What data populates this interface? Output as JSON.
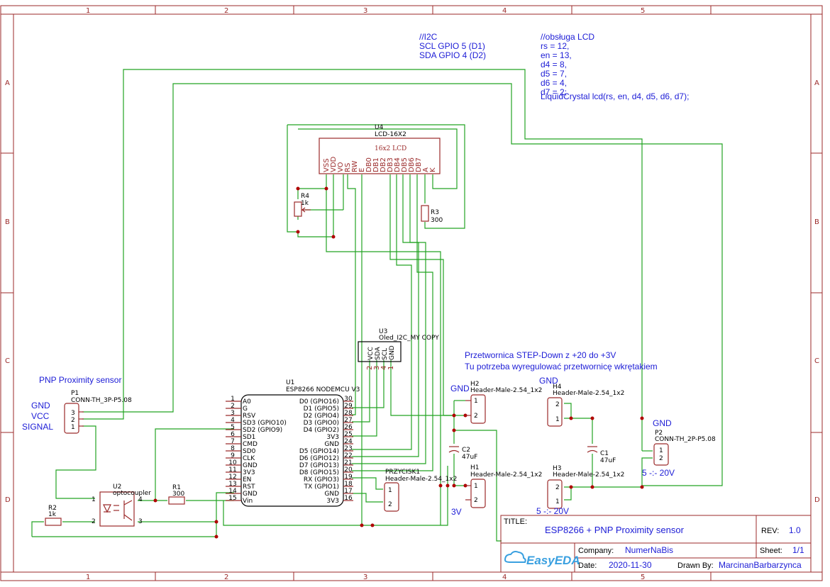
{
  "frame": {
    "col_labels": [
      "1",
      "2",
      "3",
      "4",
      "5"
    ],
    "row_labels": [
      "A",
      "B",
      "C",
      "D"
    ]
  },
  "notes": {
    "i2c": [
      "//I2C",
      "SCL  GPIO 5 (D1)",
      "SDA  GPIO 4 (D2)"
    ],
    "lcd": [
      "//obsługa LCD",
      "rs = 12,",
      "en = 13,",
      "d4 = 8,",
      "d5 = 7,",
      "d6 = 4,",
      "d7 = 2;",
      "LiquidCrystal lcd(rs, en, d4, d5, d6, d7);"
    ],
    "step_down": [
      "Przetwornica STEP-Down z +20 do +3V",
      "Tu potrzeba wyregulować przetwornicę wkrętakiem"
    ],
    "pnp_title": "PNP Proximity sensor",
    "gnd_side": "GND",
    "vcc_side": "VCC",
    "signal_side": "SIGNAL",
    "gnd_h2": "GND",
    "gnd_h4": "GND",
    "gnd_p2": "GND",
    "v3_label": "3V",
    "v520_a": "5 -:- 20V",
    "v520_b": "5 -:- 20V"
  },
  "components": {
    "u4": {
      "ref": "U4",
      "name": "LCD-16X2",
      "body": "16x2 LCD",
      "pins": [
        "VSS",
        "VDD",
        "VO",
        "RS",
        "RW",
        "E",
        "DB0",
        "DB1",
        "DB2",
        "DB3",
        "DB4",
        "DB5",
        "DB6",
        "DB7",
        "A",
        "K"
      ]
    },
    "r4": {
      "ref": "R4",
      "value": "1k"
    },
    "r3": {
      "ref": "R3",
      "value": "300"
    },
    "u3": {
      "ref": "U3",
      "name": "Oled_I2C_MY COPY",
      "pins": [
        "VCC",
        "SDA",
        "SCL",
        "GND"
      ],
      "pin_nums": [
        "2",
        "3",
        "4",
        "1"
      ]
    },
    "u1": {
      "ref": "U1",
      "name": "ESP8266 NODEMCU V3",
      "left_nums": [
        "1",
        "2",
        "3",
        "4",
        "5",
        "6",
        "7",
        "8",
        "9",
        "10",
        "11",
        "12",
        "13",
        "14",
        "15"
      ],
      "left_names": [
        "A0",
        "G",
        "RSV",
        "SD3 (GPIO10)",
        "SD2 (GPIO9)",
        "SD1",
        "CMD",
        "SD0",
        "CLK",
        "GND",
        "3V3",
        "EN",
        "RST",
        "GND",
        "Vin"
      ],
      "right_nums": [
        "30",
        "29",
        "28",
        "27",
        "26",
        "25",
        "24",
        "23",
        "22",
        "21",
        "20",
        "19",
        "18",
        "17",
        "16"
      ],
      "right_names": [
        "D0 (GPIO16)",
        "D1 (GPIO5)",
        "D2 (GPIO4)",
        "D3 (GPIO0)",
        "D4 (GPIO2)",
        "3V3",
        "GND",
        "D5 (GPIO14)",
        "D6 (GPIO12)",
        "D7 (GPIO13)",
        "D8 (GPIO15)",
        "RX (GPIO3)",
        "TX (GPIO1)",
        "GND",
        "3V3"
      ]
    },
    "p1": {
      "ref": "P1",
      "name": "CONN-TH_3P-P5.08",
      "pins": [
        "3",
        "2",
        "1"
      ]
    },
    "u2": {
      "ref": "U2",
      "name": "optocoupler",
      "pins": [
        "1",
        "2",
        "3",
        "4"
      ]
    },
    "r1": {
      "ref": "R1",
      "value": "300"
    },
    "r2": {
      "ref": "R2",
      "value": "1k"
    },
    "przycisk": {
      "ref": "PRZYCISK1",
      "name": "Header-Male-2.54_1x2",
      "pins": [
        "1",
        "2"
      ]
    },
    "h2": {
      "ref": "H2",
      "name": "Header-Male-2.54_1x2",
      "pins": [
        "1",
        "2"
      ]
    },
    "h1": {
      "ref": "H1",
      "name": "Header-Male-2.54_1x2",
      "pins": [
        "1",
        "2"
      ]
    },
    "h4": {
      "ref": "H4",
      "name": "Header-Male-2.54_1x2",
      "pins": [
        "2",
        "1"
      ]
    },
    "h3": {
      "ref": "H3",
      "name": "Header-Male-2.54_1x2",
      "pins": [
        "2",
        "1"
      ]
    },
    "c1": {
      "ref": "C1",
      "value": "47uF"
    },
    "c2": {
      "ref": "C2",
      "value": "47uF"
    },
    "p2": {
      "ref": "P2",
      "name": "CONN-TH_2P-P5.08",
      "pins": [
        "1",
        "2"
      ]
    }
  },
  "title_block": {
    "title_label": "TITLE:",
    "title": "ESP8266 + PNP Proximity sensor",
    "rev_label": "REV:",
    "rev": "1.0",
    "company_label": "Company:",
    "company": "NumerNaBis",
    "sheet_label": "Sheet:",
    "sheet": "1/1",
    "date_label": "Date:",
    "date": "2020-11-30",
    "drawn_label": "Drawn By:",
    "drawn_by": "MarcinanBarbarzynca",
    "logo": "EasyEDA"
  },
  "colors": {
    "frame": "#9b2a2a",
    "wire": "#23a323",
    "note": "#1c1cd6",
    "junction": "#b00000"
  }
}
